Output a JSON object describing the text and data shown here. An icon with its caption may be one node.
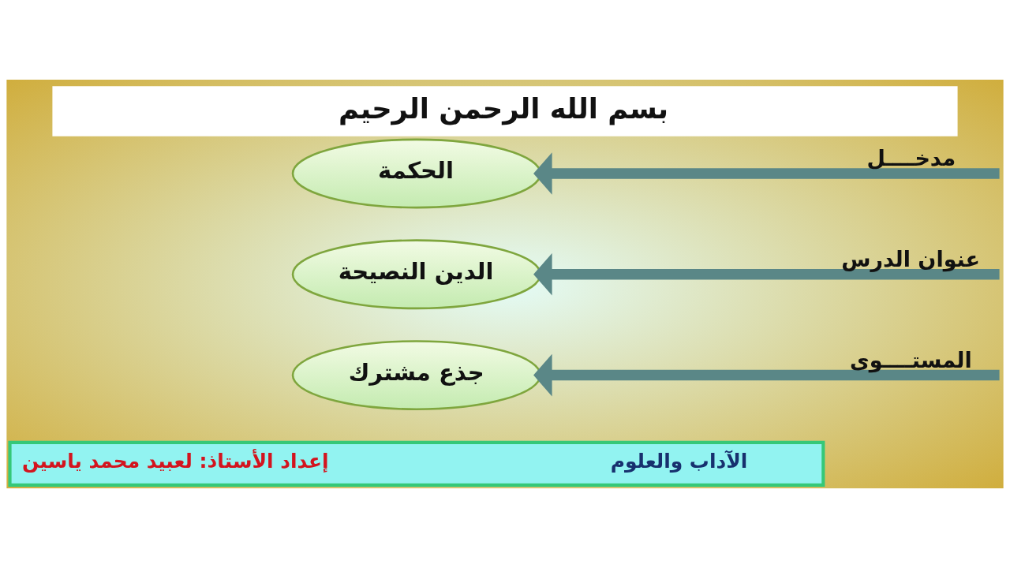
{
  "diagram": {
    "title": "بسم الله الرحمن الرحيم",
    "nodes": [
      {
        "text": [
          "الحكمة"
        ]
      },
      {
        "text": [
          "الدين النصيحة"
        ]
      },
      {
        "text": [
          "جذع مشترك"
        ]
      },
      {
        "text": [
          "الآداب والعلوم",
          "إعداد الأستاذ: لعبيد محمد ياسين"
        ]
      }
    ],
    "edges": [
      {
        "from": null,
        "to": 0,
        "arrow": "to",
        "label": "مدخــــل"
      },
      {
        "from": null,
        "to": 1,
        "arrow": "to",
        "label": "عنوان الدرس"
      },
      {
        "from": null,
        "to": 2,
        "arrow": "to",
        "label": "المستــــوى"
      }
    ]
  }
}
